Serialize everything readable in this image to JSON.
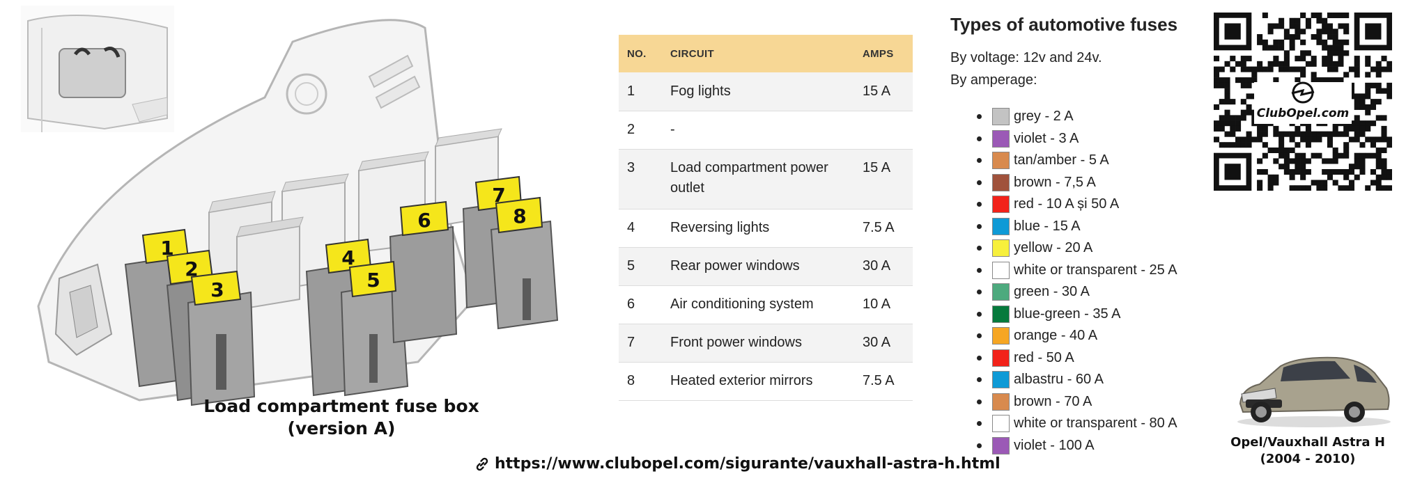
{
  "diagram": {
    "fuse_labels": [
      "1",
      "2",
      "3",
      "4",
      "5",
      "6",
      "7",
      "8"
    ],
    "caption_line1": "Load compartment fuse box",
    "caption_line2": "(version A)"
  },
  "table": {
    "headers": {
      "no": "NO.",
      "circuit": "CIRCUIT",
      "amps": "AMPS"
    },
    "rows": [
      {
        "no": "1",
        "circuit": "Fog lights",
        "amps": "15 A"
      },
      {
        "no": "2",
        "circuit": "-",
        "amps": ""
      },
      {
        "no": "3",
        "circuit": "Load compartment power outlet",
        "amps": "15 A"
      },
      {
        "no": "4",
        "circuit": "Reversing lights",
        "amps": "7.5 A"
      },
      {
        "no": "5",
        "circuit": "Rear power windows",
        "amps": "30 A"
      },
      {
        "no": "6",
        "circuit": "Air conditioning system",
        "amps": "10 A"
      },
      {
        "no": "7",
        "circuit": "Front power windows",
        "amps": "30 A"
      },
      {
        "no": "8",
        "circuit": "Heated exterior mirrors",
        "amps": "7.5 A"
      }
    ]
  },
  "fuse_types": {
    "title": "Types of automotive fuses",
    "voltage": "By voltage: 12v and 24v.",
    "amperage": "By amperage:",
    "items": [
      {
        "label": "grey - 2 A",
        "color": "#c3c3c3"
      },
      {
        "label": "violet - 3 A",
        "color": "#9b59b6"
      },
      {
        "label": "tan/amber - 5 A",
        "color": "#d88a4e"
      },
      {
        "label": "brown - 7,5 A",
        "color": "#a0523b"
      },
      {
        "label": "red - 10 A și 50 A",
        "color": "#f2221a"
      },
      {
        "label": "blue - 15 A",
        "color": "#0e9ad6"
      },
      {
        "label": "yellow - 20 A",
        "color": "#f7f03c"
      },
      {
        "label": "white or transparent - 25 A",
        "color": "#ffffff"
      },
      {
        "label": "green - 30 A",
        "color": "#4daa7e"
      },
      {
        "label": "blue-green - 35 A",
        "color": "#067a3c"
      },
      {
        "label": "orange - 40 A",
        "color": "#f6a623"
      },
      {
        "label": "red - 50 A",
        "color": "#f2221a"
      },
      {
        "label": "albastru - 60 A",
        "color": "#0e9ad6"
      },
      {
        "label": "brown - 70 A",
        "color": "#d88a4e"
      },
      {
        "label": "white or transparent - 80 A",
        "color": "#ffffff"
      },
      {
        "label": "violet - 100 A",
        "color": "#9b59b6"
      }
    ]
  },
  "qr": {
    "brand": "ClubOpel.com"
  },
  "car": {
    "caption_line1": "Opel/Vauxhall Astra H",
    "caption_line2": "(2004 - 2010)"
  },
  "link": {
    "url": "https://www.clubopel.com/sigurante/vauxhall-astra-h.html",
    "icon": "link-icon"
  }
}
